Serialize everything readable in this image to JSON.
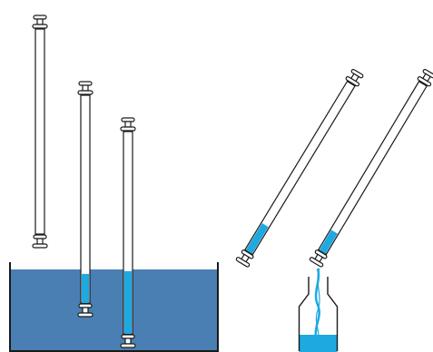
{
  "colors": {
    "background": "#ffffff",
    "stroke": "#1a1a1a",
    "water": "#1ea9e1",
    "basin": "#4a7fb3",
    "tube_fill": "#ffffff"
  },
  "tubes": [
    {
      "name": "tube-empty-upright",
      "fill_fraction": 0.0
    },
    {
      "name": "tube-partially-submerged-1",
      "fill_fraction": 0.14
    },
    {
      "name": "tube-partially-submerged-2",
      "fill_fraction": 0.31
    },
    {
      "name": "tube-tilted-holding-water",
      "fill_fraction": 0.16
    },
    {
      "name": "tube-tilted-pouring",
      "fill_fraction": 0.12
    }
  ],
  "icons": {
    "basin": "water-basin-icon",
    "bottle": "collection-bottle-icon",
    "stream": "water-stream-icon"
  }
}
